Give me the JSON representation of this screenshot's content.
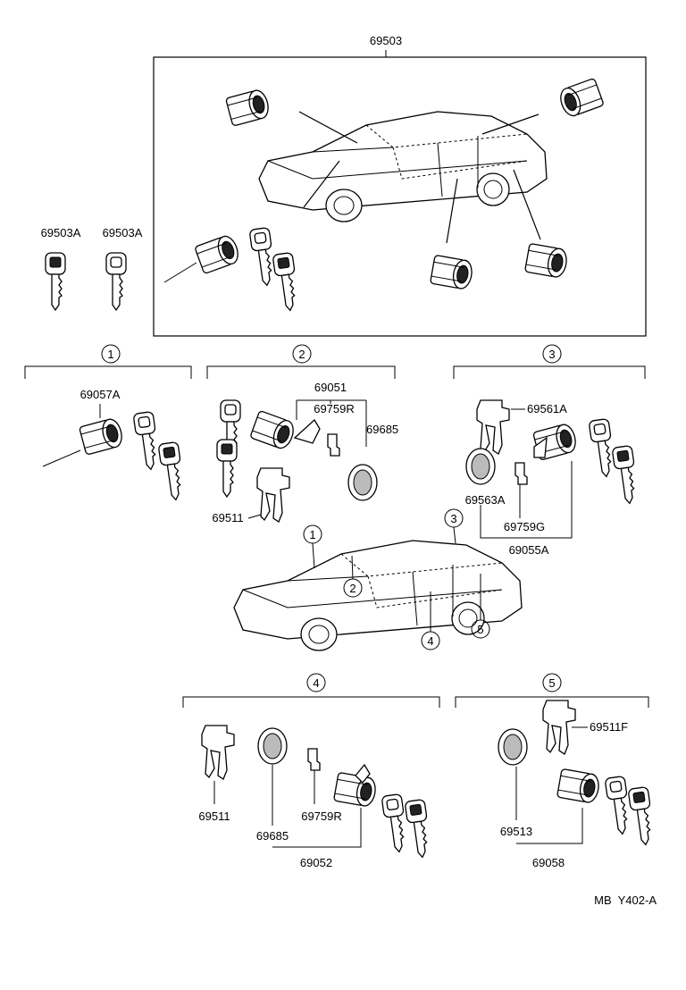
{
  "assembly": {
    "label": "69503"
  },
  "keys": [
    {
      "label": "69503A"
    },
    {
      "label": "69503A"
    }
  ],
  "sections": [
    {
      "num": "1",
      "parts": {
        "cylinder": "69057A"
      }
    },
    {
      "num": "2",
      "parts": {
        "assy": "69051",
        "clip": "69759R",
        "pad": "69685",
        "retainer": "69511"
      }
    },
    {
      "num": "3",
      "parts": {
        "retainer": "69561A",
        "pad": "69563A",
        "clip": "69759G",
        "assy": "69055A"
      }
    },
    {
      "num": "4",
      "parts": {
        "retainer": "69511",
        "pad": "69685",
        "clip": "69759R",
        "assy": "69052"
      }
    },
    {
      "num": "5",
      "parts": {
        "retainer": "69511F",
        "pad": "69513",
        "assy": "69058"
      }
    }
  ],
  "car_callouts": [
    "1",
    "2",
    "3",
    "4",
    "5"
  ],
  "footer_code": "MB  Y402-A"
}
